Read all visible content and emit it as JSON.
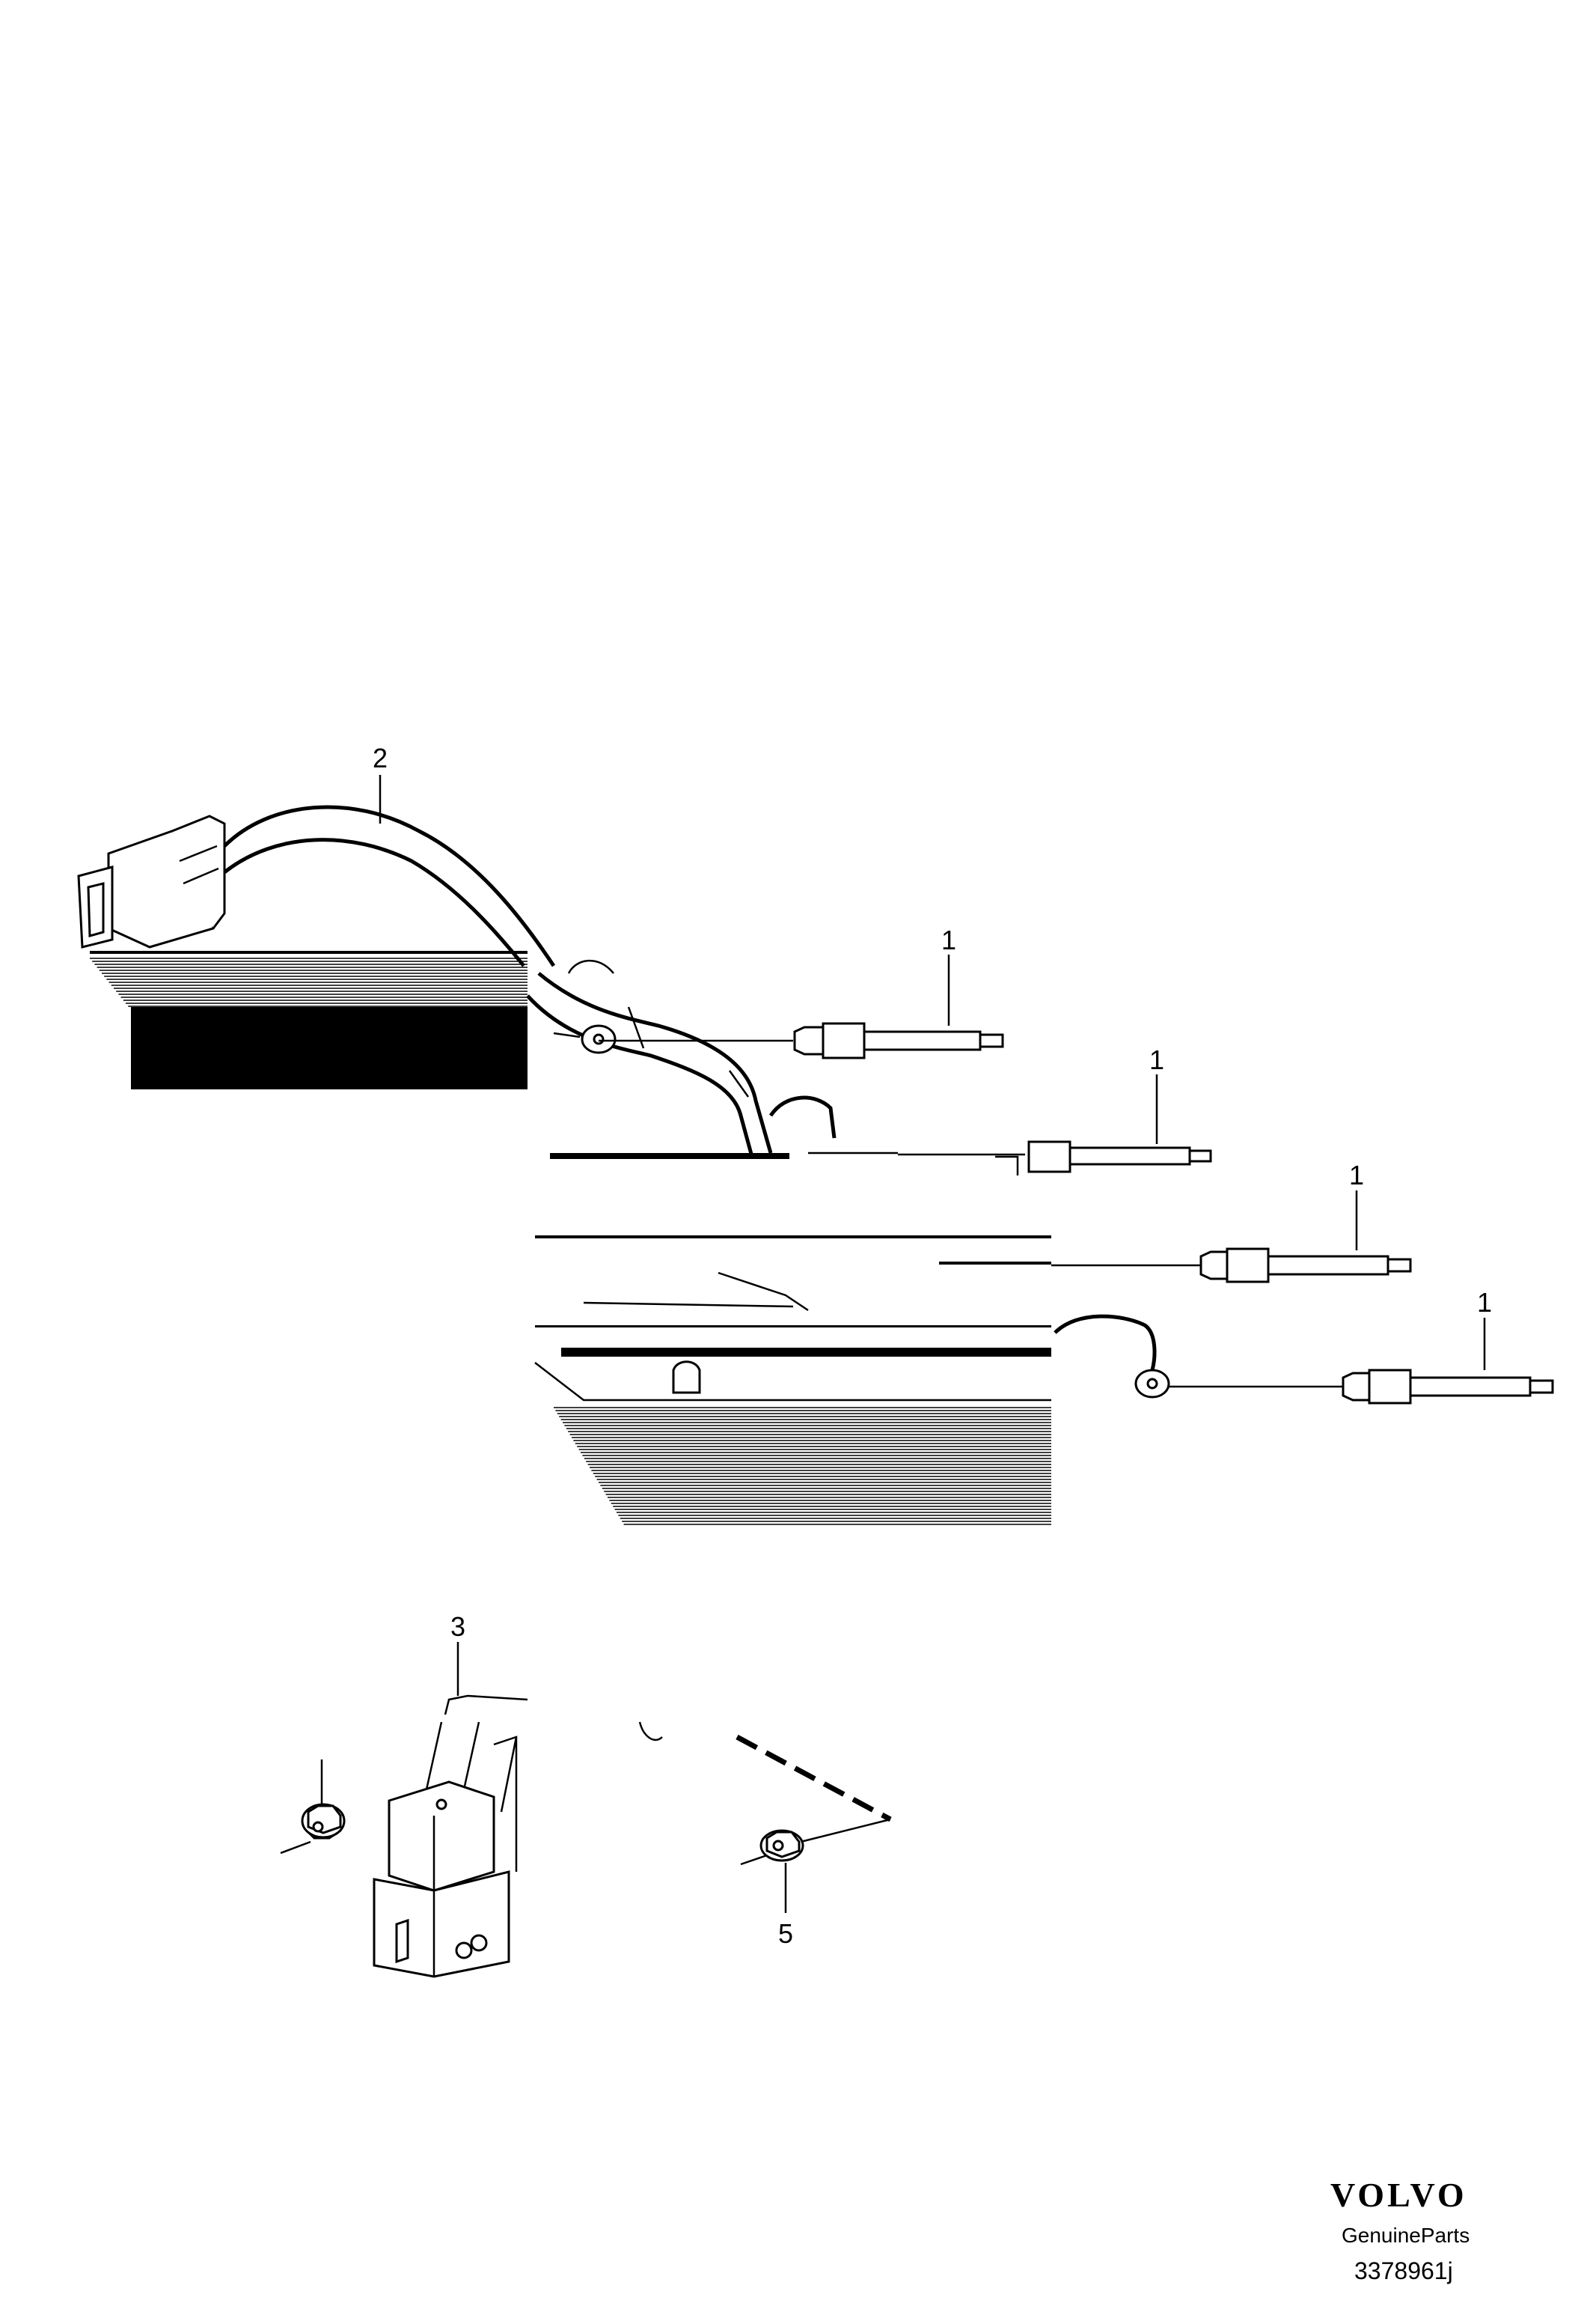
{
  "callouts": {
    "harness": "2",
    "glow_plug_1": "1",
    "glow_plug_2": "1",
    "glow_plug_3": "1",
    "glow_plug_4": "1",
    "relay": "3",
    "nut": "5"
  },
  "branding": {
    "logo": "VOLVO",
    "tagline": "GenuineParts",
    "reference": "3378961j"
  },
  "icons": [
    "glow-plug",
    "wiring-harness",
    "connector",
    "glow-plug-relay",
    "flange-nut"
  ]
}
